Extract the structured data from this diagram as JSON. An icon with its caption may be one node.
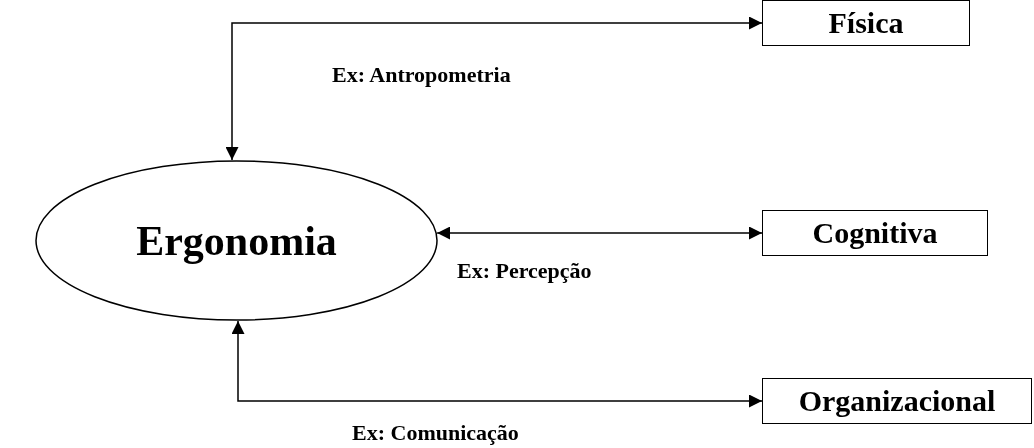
{
  "diagram": {
    "nodes": [
      {
        "text": [
          "Ergonomia"
        ]
      },
      {
        "text": [
          "Física"
        ]
      },
      {
        "text": [
          "Cognitiva"
        ]
      },
      {
        "text": [
          "Organizacional"
        ]
      }
    ],
    "edges": [
      {
        "from": 0,
        "to": 1,
        "arrow": "both",
        "label": "Ex: Antropometria"
      },
      {
        "from": 0,
        "to": 2,
        "arrow": "both",
        "label": "Ex: Percepção"
      },
      {
        "from": 0,
        "to": 3,
        "arrow": "both",
        "label": "Ex: Comunicação"
      }
    ]
  }
}
